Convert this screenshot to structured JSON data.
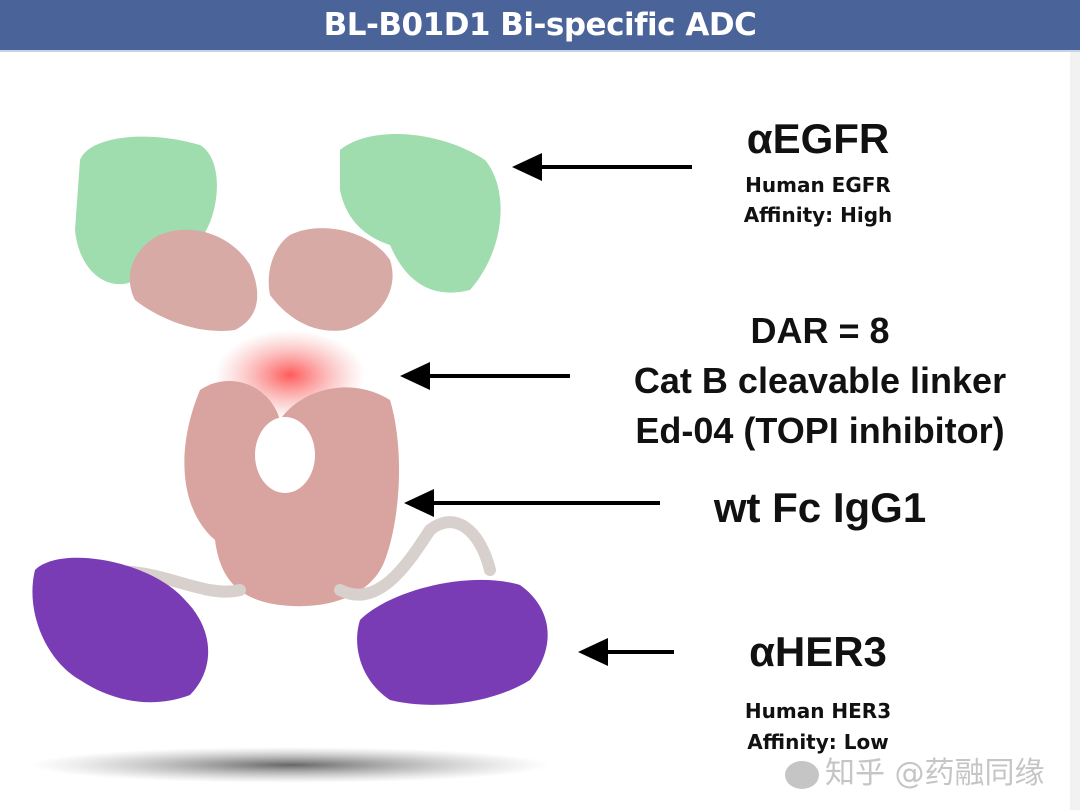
{
  "title": "BL-B01D1 Bi-specific ADC",
  "labels": {
    "egfr": {
      "heading": "αEGFR",
      "line1": "Human EGFR",
      "line2": "Affinity:  High"
    },
    "payload": {
      "line1": "DAR = 8",
      "line2": "Cat B cleavable linker",
      "line3": "Ed-04 (TOPI inhibitor)"
    },
    "fc": {
      "heading": "wt Fc IgG1"
    },
    "her3": {
      "heading": "αHER3",
      "line1": "Human HER3",
      "line2": "Affinity:   Low"
    }
  },
  "watermark": "知乎 @药融同缘",
  "colors": {
    "title_bar": "#4a6399",
    "egfr_domain": "#9fdcae",
    "antibody_body": "#d9a3a0",
    "linker_glow": "#f06a6a",
    "her3_domain": "#7a3cb5",
    "tether": "#d8d0cc"
  }
}
